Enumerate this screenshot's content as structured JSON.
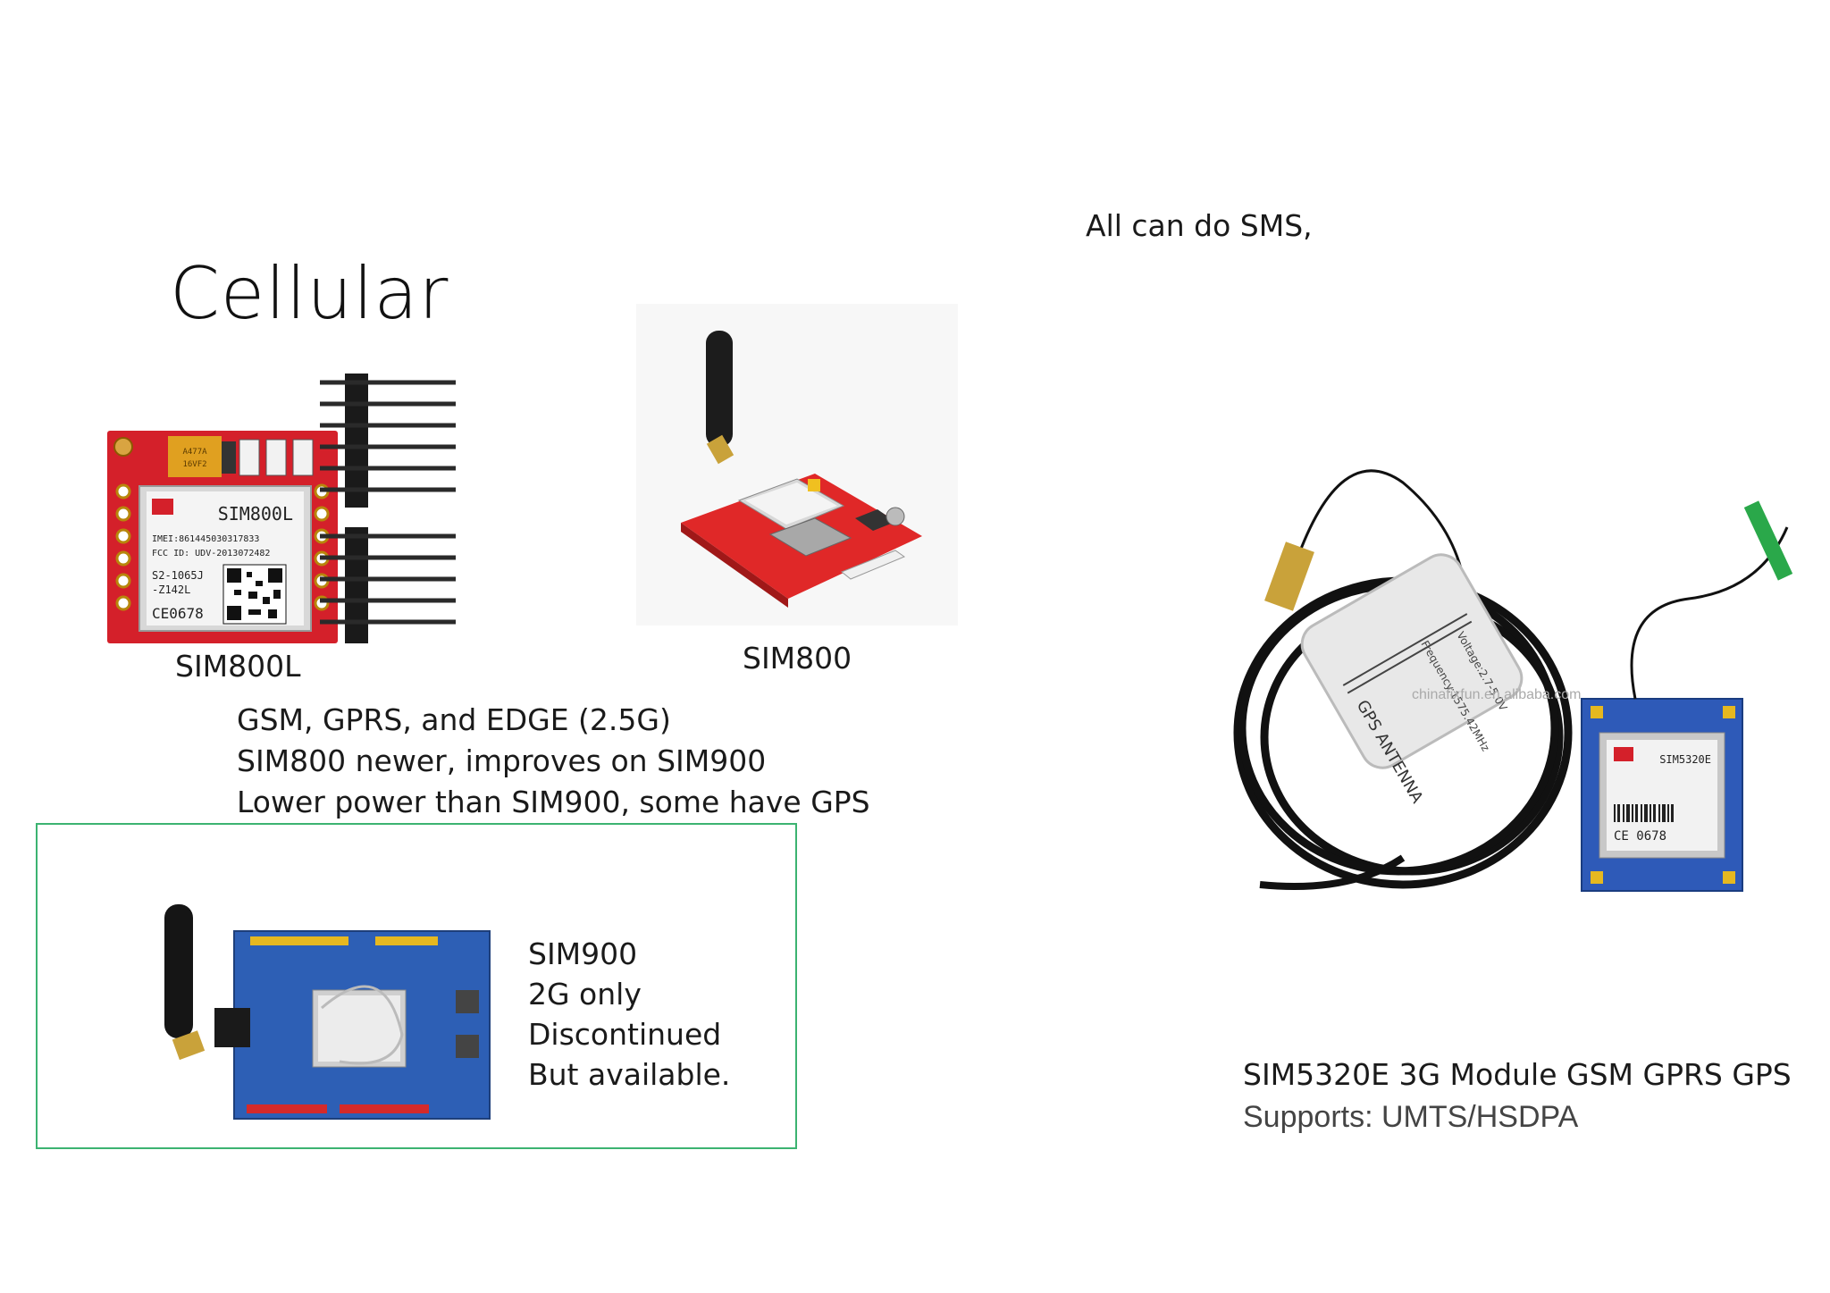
{
  "slide": {
    "title": "Cellular",
    "top_note": "All can do SMS,"
  },
  "modules": {
    "sim800l": {
      "label": "SIM800L",
      "chip_text": "SIM800L",
      "imei": "IMEI:861445030317833",
      "fcc": "FCC ID: UDV-2013072482",
      "code1": "S2-1065J",
      "code2": "-Z142L",
      "ce": "CE0678"
    },
    "sim800": {
      "label": "SIM800"
    },
    "sim800_notes": [
      "GSM, GPRS, and EDGE (2.5G)",
      "SIM800 newer, improves on SIM900",
      "Lower power than SIM900, some have GPS"
    ],
    "sim900": {
      "notes": [
        "SIM900",
        "2G only",
        "Discontinued",
        "But available."
      ]
    },
    "sim5320e": {
      "caption": "SIM5320E 3G Module GSM GPRS GPS",
      "supports": "Supports: UMTS/HSDPA",
      "antenna_text1": "GPS ANTENNA",
      "antenna_text2": "Frequency:1575.42MHz",
      "antenna_text3": "Voltage:2.7-5.0V",
      "watermark": "chinafixfun.en.alibaba.com",
      "chip_text": "SIM5320E",
      "ce": "CE 0678"
    }
  }
}
